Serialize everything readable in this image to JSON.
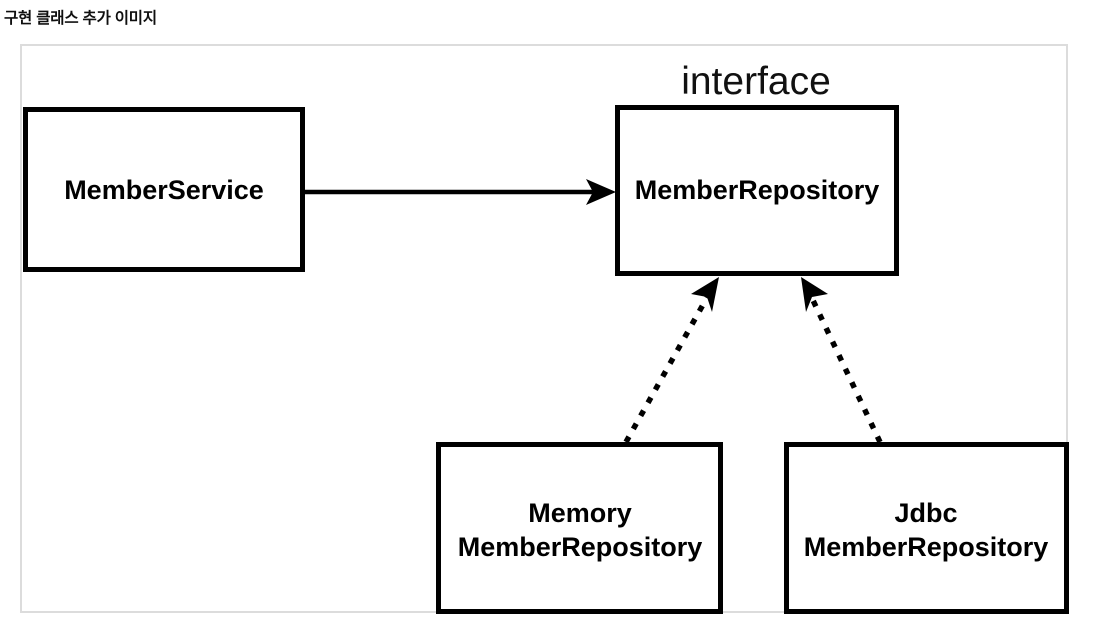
{
  "page": {
    "title": "구현 클래스 추가 이미지"
  },
  "diagram": {
    "type": "uml-class-diagram",
    "stereotype": {
      "label": "interface",
      "applies_to": "MemberRepository"
    },
    "nodes": [
      {
        "id": "member-service",
        "label": "MemberService",
        "lines": [
          "MemberService"
        ]
      },
      {
        "id": "member-repository",
        "label": "MemberRepository",
        "lines": [
          "MemberRepository"
        ]
      },
      {
        "id": "memory-member-repository",
        "label": "MemoryMemberRepository",
        "lines": [
          "Memory",
          "MemberRepository"
        ]
      },
      {
        "id": "jdbc-member-repository",
        "label": "JdbcMemberRepository",
        "lines": [
          "Jdbc",
          "MemberRepository"
        ]
      }
    ],
    "edges": [
      {
        "id": "edge-service-to-repository",
        "from": "MemberService",
        "to": "MemberRepository",
        "style": "solid",
        "arrow": "open-arrow",
        "relation": "dependency"
      },
      {
        "id": "edge-memory-implements",
        "from": "MemoryMemberRepository",
        "to": "MemberRepository",
        "style": "dotted",
        "arrow": "solid-triangle",
        "relation": "implements"
      },
      {
        "id": "edge-jdbc-implements",
        "from": "JdbcMemberRepository",
        "to": "MemberRepository",
        "style": "dotted",
        "arrow": "solid-triangle",
        "relation": "implements"
      }
    ],
    "colors": {
      "box_stroke": "#000000",
      "box_fill": "#ffffff",
      "frame_border": "#dcdcdc",
      "text": "#000000",
      "background": "#ffffff"
    }
  }
}
